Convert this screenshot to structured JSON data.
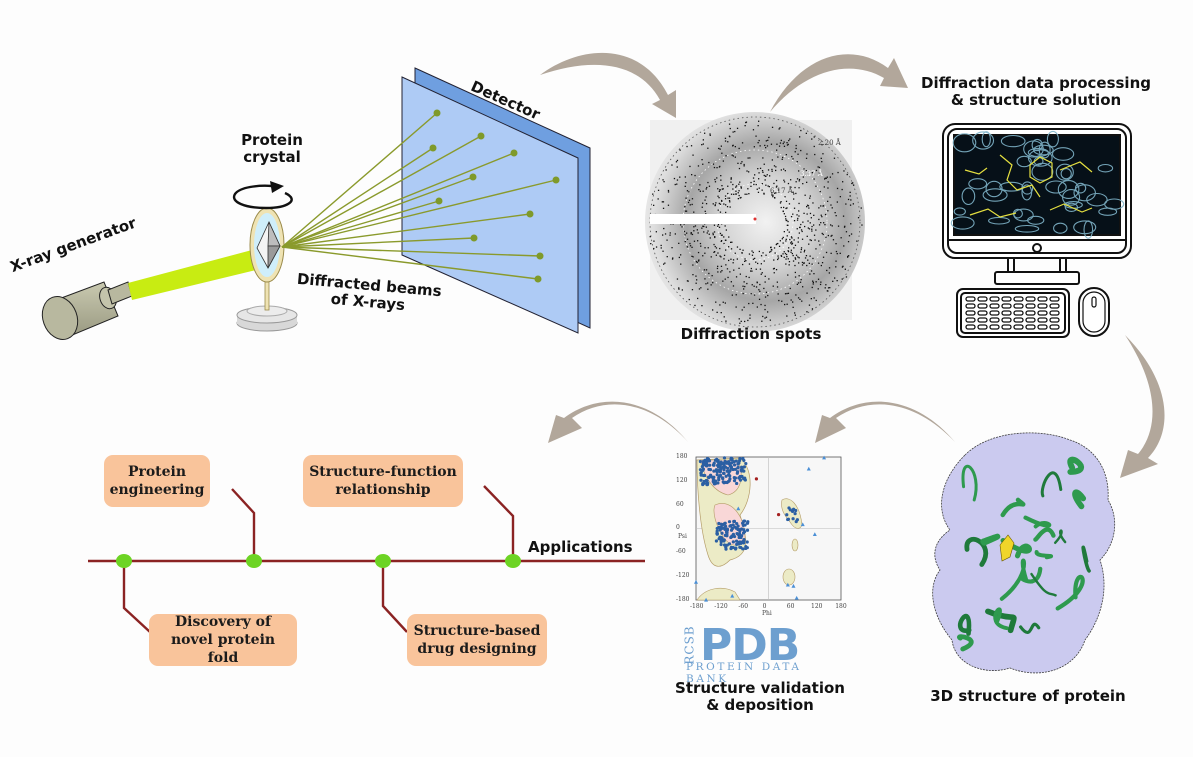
{
  "colors": {
    "arrow": "#b2a79b",
    "beam": "#c8ec12",
    "diffracted_ray": "#8a9a2c",
    "detector_front": "#aecbf5",
    "detector_back": "#6f9fe0",
    "timeline": "#8b2323",
    "node": "#6dd424",
    "app_box": "#f9c49b",
    "pdb_blue": "#6d9fcf",
    "protein_surface": "#c9c8ef",
    "protein_ribbon": "#2e9a4e"
  },
  "experiment": {
    "xray_generator_label": "X-ray generator",
    "crystal_label_line1": "Protein",
    "crystal_label_line2": "crystal",
    "detector_label": "Detector",
    "diffracted_label_line1": "Diffracted beams",
    "diffracted_label_line2": "of X-rays"
  },
  "diffraction": {
    "caption": "Diffraction spots",
    "resolution_labels": [
      "2.20 Å",
      "3.37 Å",
      "6.17 Å"
    ]
  },
  "processing": {
    "caption_line1": "Diffraction data processing",
    "caption_line2": "& structure solution"
  },
  "structure": {
    "caption": "3D structure of protein"
  },
  "validation": {
    "caption_line1": "Structure validation",
    "caption_line2": "& deposition",
    "plot": {
      "xlabel": "Phi",
      "ylabel": "Psi",
      "x_ticks": [
        "-180",
        "-120",
        "-60",
        "0",
        "60",
        "120",
        "180"
      ],
      "y_ticks": [
        "180",
        "120",
        "60",
        "0",
        "-60",
        "-120",
        "-180"
      ]
    },
    "pdb_logo": {
      "letters": "PDB",
      "rcsb": "RCSB",
      "subtitle": "PROTEIN DATA BANK"
    }
  },
  "applications": {
    "title": "Applications",
    "items": [
      {
        "line1": "Protein",
        "line2": "engineering"
      },
      {
        "line1": "Structure-function",
        "line2": "relationship"
      },
      {
        "line1": "Discovery of",
        "line2": "novel protein fold"
      },
      {
        "line1": "Structure-based",
        "line2": "drug designing"
      }
    ]
  }
}
